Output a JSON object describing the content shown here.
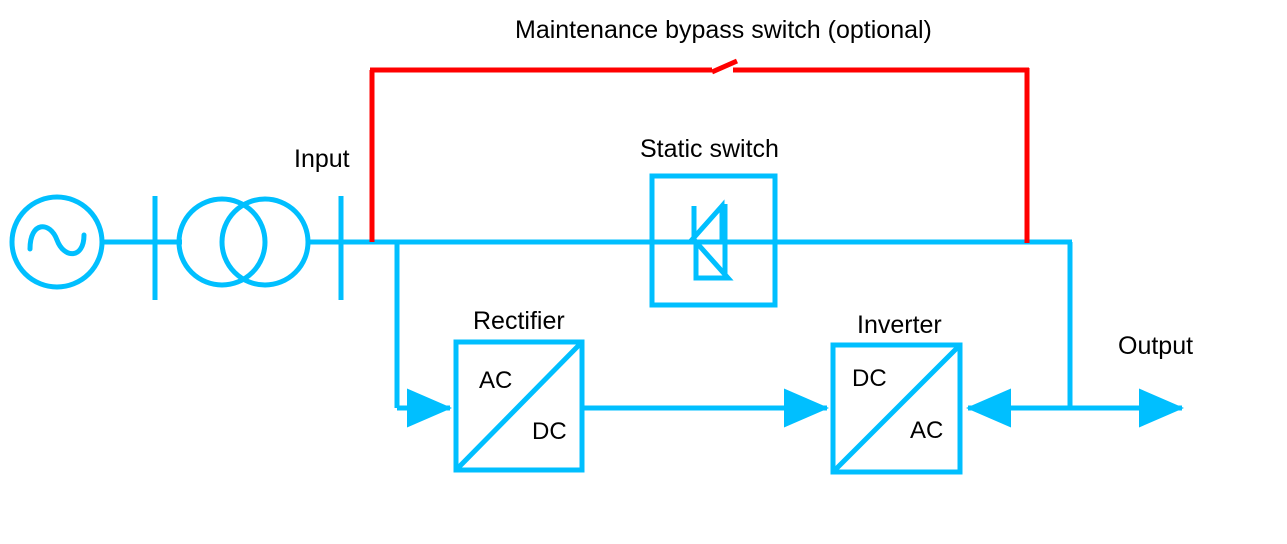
{
  "diagram": {
    "title": "Maintenance bypass switch (optional)",
    "type": "ups-single-line-diagram",
    "colors": {
      "line": "#00BFFF",
      "bypass": "#FF0000",
      "text": "#000000",
      "background": "#FFFFFF"
    },
    "labels": {
      "input": "Input",
      "static_switch": "Static switch",
      "rectifier": "Rectifier",
      "inverter": "Inverter",
      "output": "Output"
    },
    "rectifier_block": {
      "name": "Rectifier",
      "input_side": "AC",
      "output_side": "DC"
    },
    "inverter_block": {
      "name": "Inverter",
      "input_side": "DC",
      "output_side": "AC"
    },
    "components": [
      {
        "name": "ac-source",
        "symbol": "circle-with-sine-wave"
      },
      {
        "name": "busbar-left",
        "symbol": "vertical-bar"
      },
      {
        "name": "transformer",
        "symbol": "two-overlapping-circles"
      },
      {
        "name": "busbar-right",
        "symbol": "vertical-bar"
      },
      {
        "name": "maintenance-bypass-switch",
        "symbol": "open-switch"
      },
      {
        "name": "static-switch",
        "symbol": "antiparallel-thyristors"
      },
      {
        "name": "rectifier",
        "symbol": "ac-dc-converter-box"
      },
      {
        "name": "inverter",
        "symbol": "dc-ac-converter-box"
      },
      {
        "name": "output-feeder",
        "symbol": "bidirectional-arrow"
      }
    ]
  }
}
